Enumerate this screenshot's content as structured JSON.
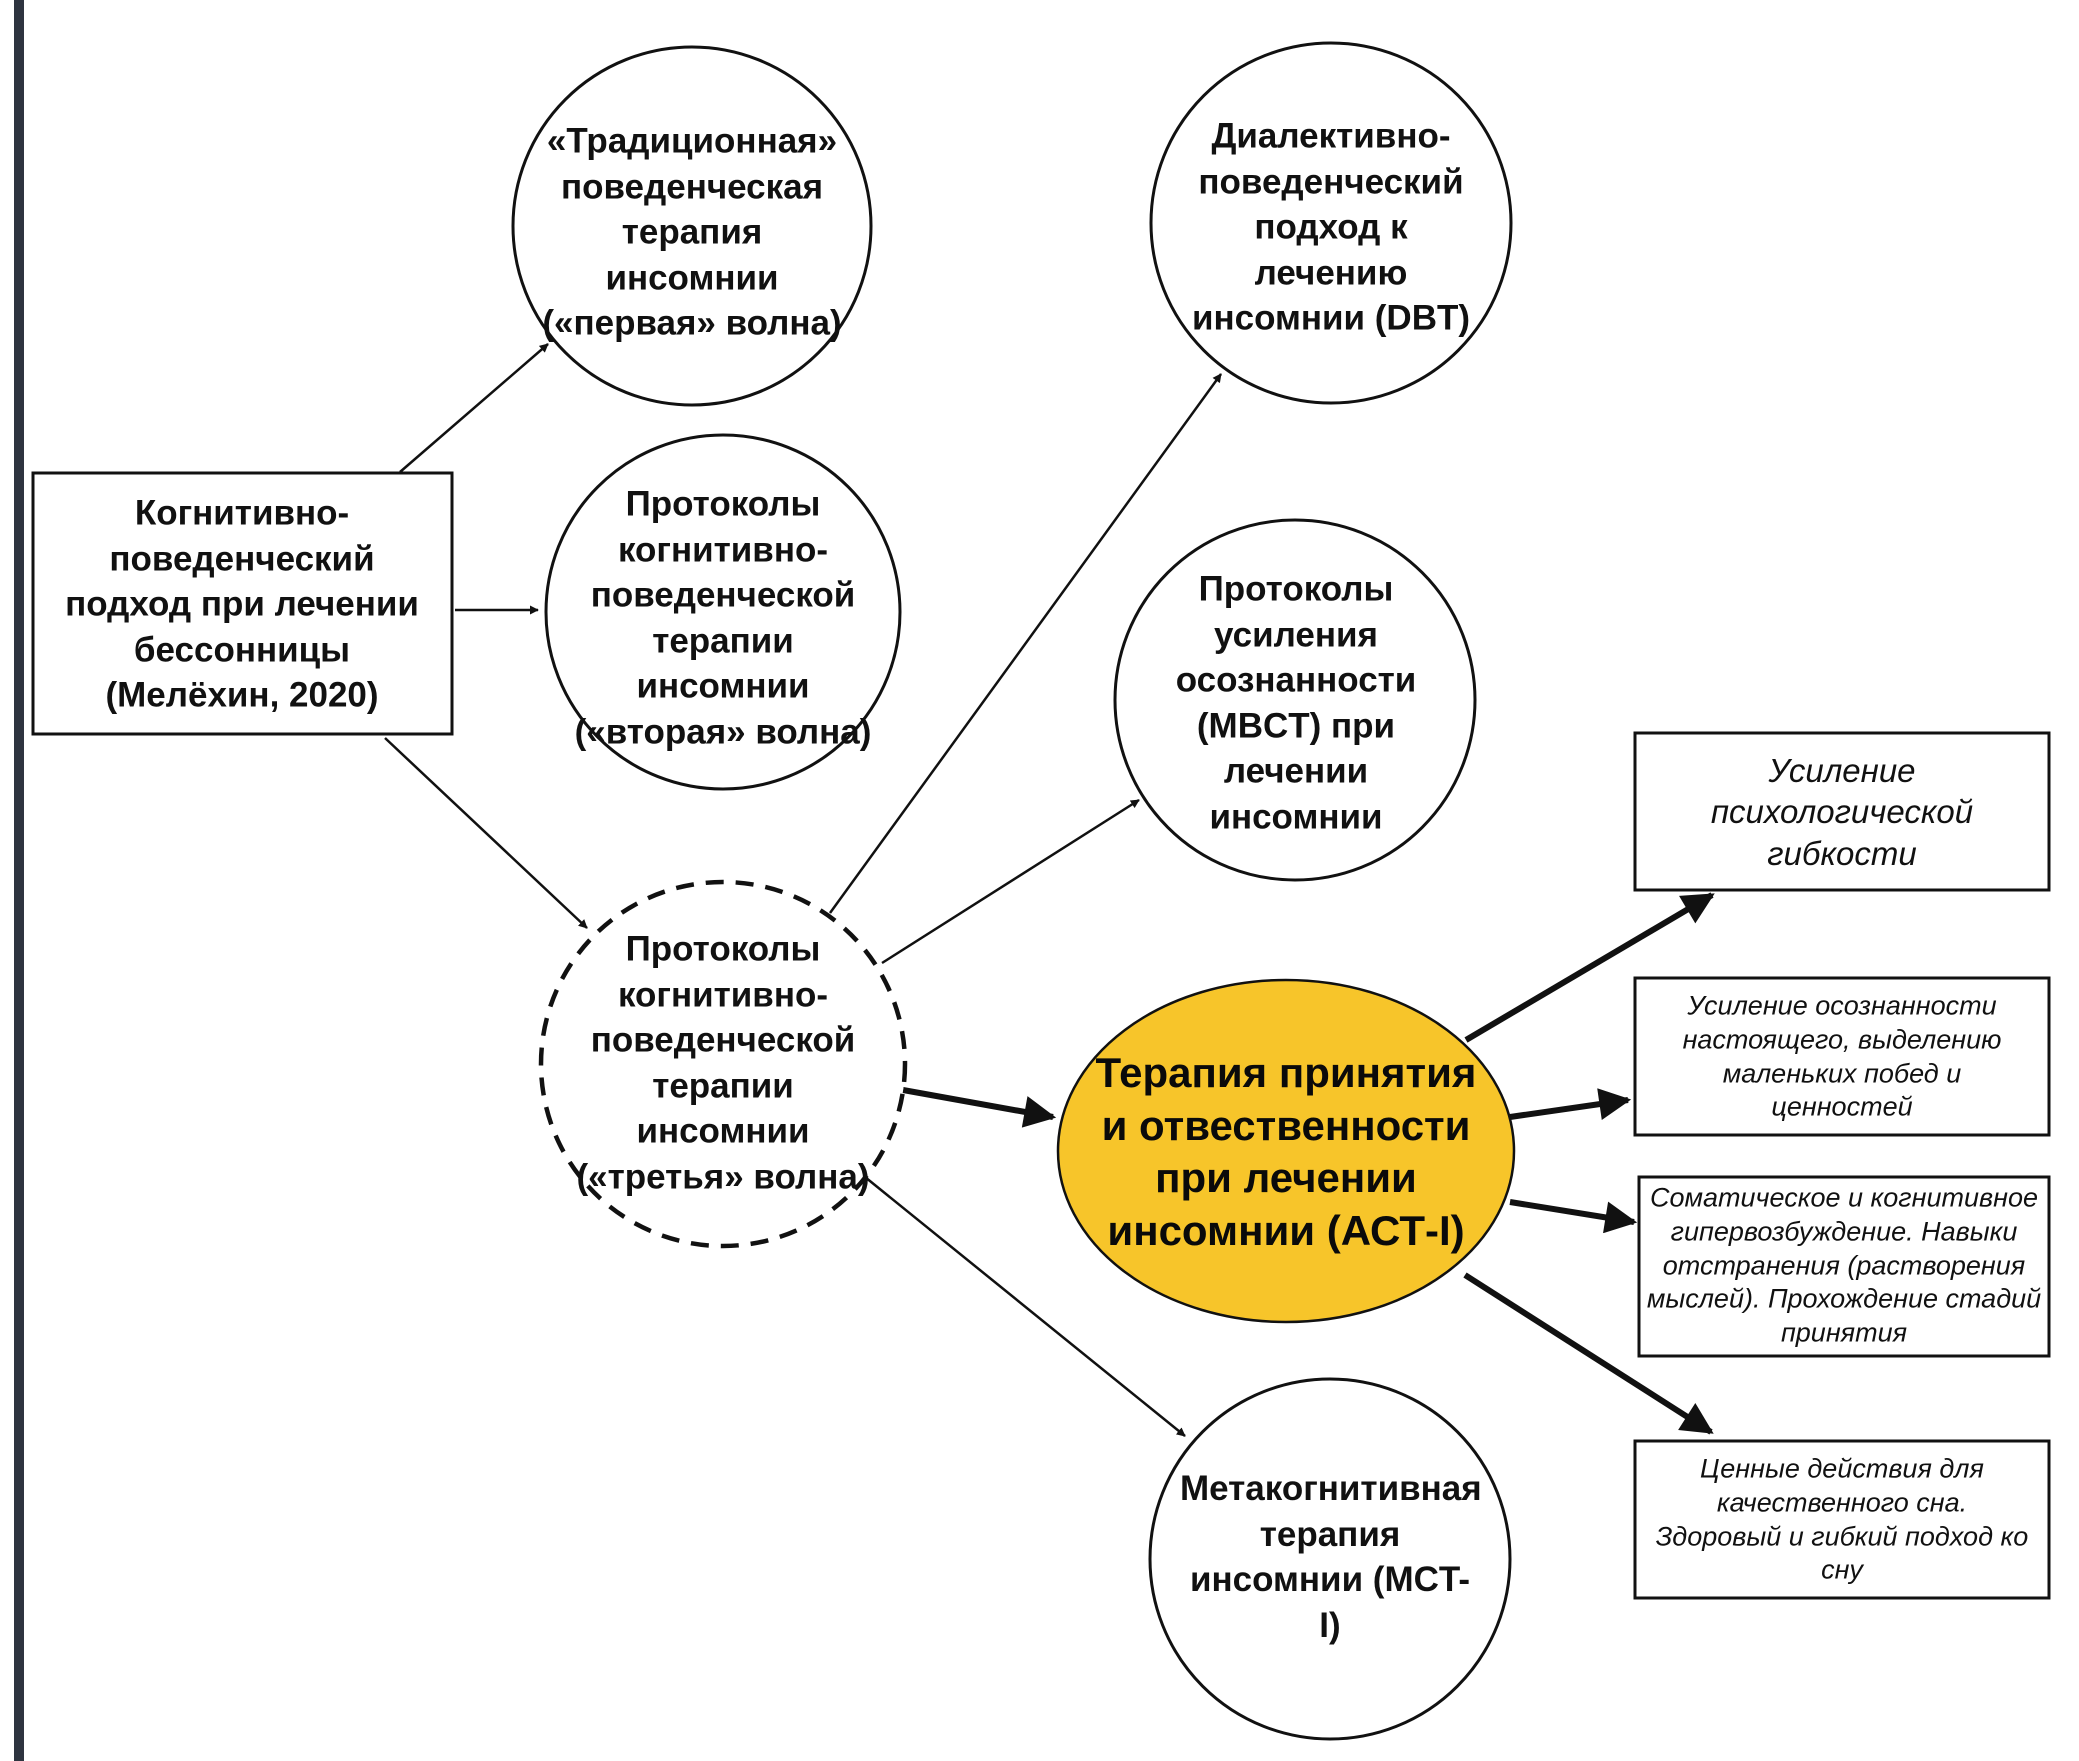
{
  "colors": {
    "ink": "#111111",
    "central_fill": "#F7C52A",
    "background": "#FFFFFF",
    "left_bar": "#2E3440"
  },
  "nodes": {
    "root": "Когнитивно-поведенческий подход при лечении бессонницы (Мелёхин, 2020)",
    "first_wave": "«Традиционная» поведенческая терапия инсомнии («первая» волна)",
    "second_wave": "Протоколы когнитивно-поведенческой терапии инсомнии («вторая» волна)",
    "third_wave": "Протоколы когнитивно-поведенческой терапии инсомнии («третья» волна)",
    "dbt": "Диалективно-поведенческий подход к лечению инсомнии (DBT)",
    "mbct": "Протоколы усиления осознанности (MBCT) при лечении инсомнии",
    "act": "Терапия принятия и отвественности при лечении инсомнии (АСТ-I)",
    "mct": "Метакогнитивная терапия инсомнии (MCT-I)",
    "out_flexibility": "Усиление психологической гибкости",
    "out_mindfulness": "Усиление осознанности настоящего, выделению маленьких побед и ценностей",
    "out_arousal": "Соматическое и когнитивное гипервозбуждение. Навыки отстранения (растворения мыслей). Прохождение стадий принятия",
    "out_actions": "Ценные действия для качественного сна. Здоровый и гибкий подход ко сну"
  }
}
